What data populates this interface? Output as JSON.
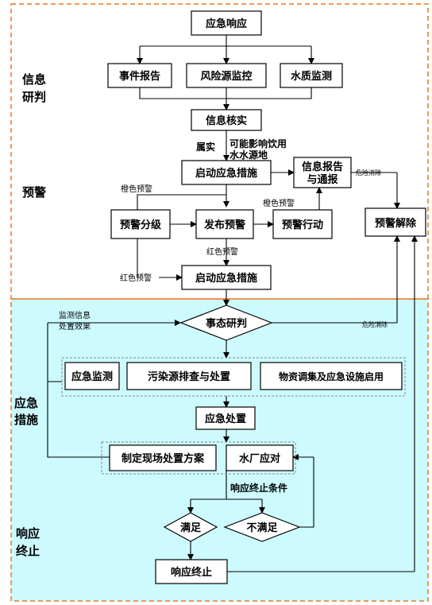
{
  "colors": {
    "border": "#e87722",
    "lower_fill": "#ccfaff",
    "group_border": "#888888"
  },
  "sections": {
    "info": [
      "信息",
      "研判"
    ],
    "warning": "预警",
    "measures": [
      "应急",
      "措施"
    ],
    "end": [
      "响应",
      "终止"
    ]
  },
  "nodes": {
    "emergency_response": "应急响应",
    "event_report": "事件报告",
    "risk_monitor": "风险源监控",
    "water_quality": "水质监测",
    "info_verify": "信息核实",
    "start_measures": "启动应急措施",
    "info_report": [
      "信息报告",
      "与通报"
    ],
    "warning_level": "预警分级",
    "issue_warning": "发布预警",
    "warning_action": "预警行动",
    "warning_lift": "预警解除",
    "start_measures2": "启动应急措施",
    "situation": "事态研判",
    "emergency_monitor": "应急监测",
    "pollution_check": "污染源排查与处置",
    "material_dispatch": "物资调集及应急设施启用",
    "emergency_handle": "应急处置",
    "onsite_plan": "制定现场处置方案",
    "plant_response": "水厂应对",
    "satisfied": "满足",
    "not_satisfied": "不满足",
    "response_end": "响应终止"
  },
  "labels": {
    "confirmed": "属实",
    "may_affect": [
      "可能影响饮用",
      "水水源地"
    ],
    "orange_warning_1": "橙色预警",
    "orange_warning_2": "橙色预警",
    "red_warning_1": "红色预警",
    "red_warning_2": "红色预警",
    "danger_clear_1": "危险消除",
    "danger_clear_2": "危险消除",
    "monitor_feedback": [
      "监测信息",
      "处置效果"
    ],
    "end_condition": "响应终止条件"
  }
}
